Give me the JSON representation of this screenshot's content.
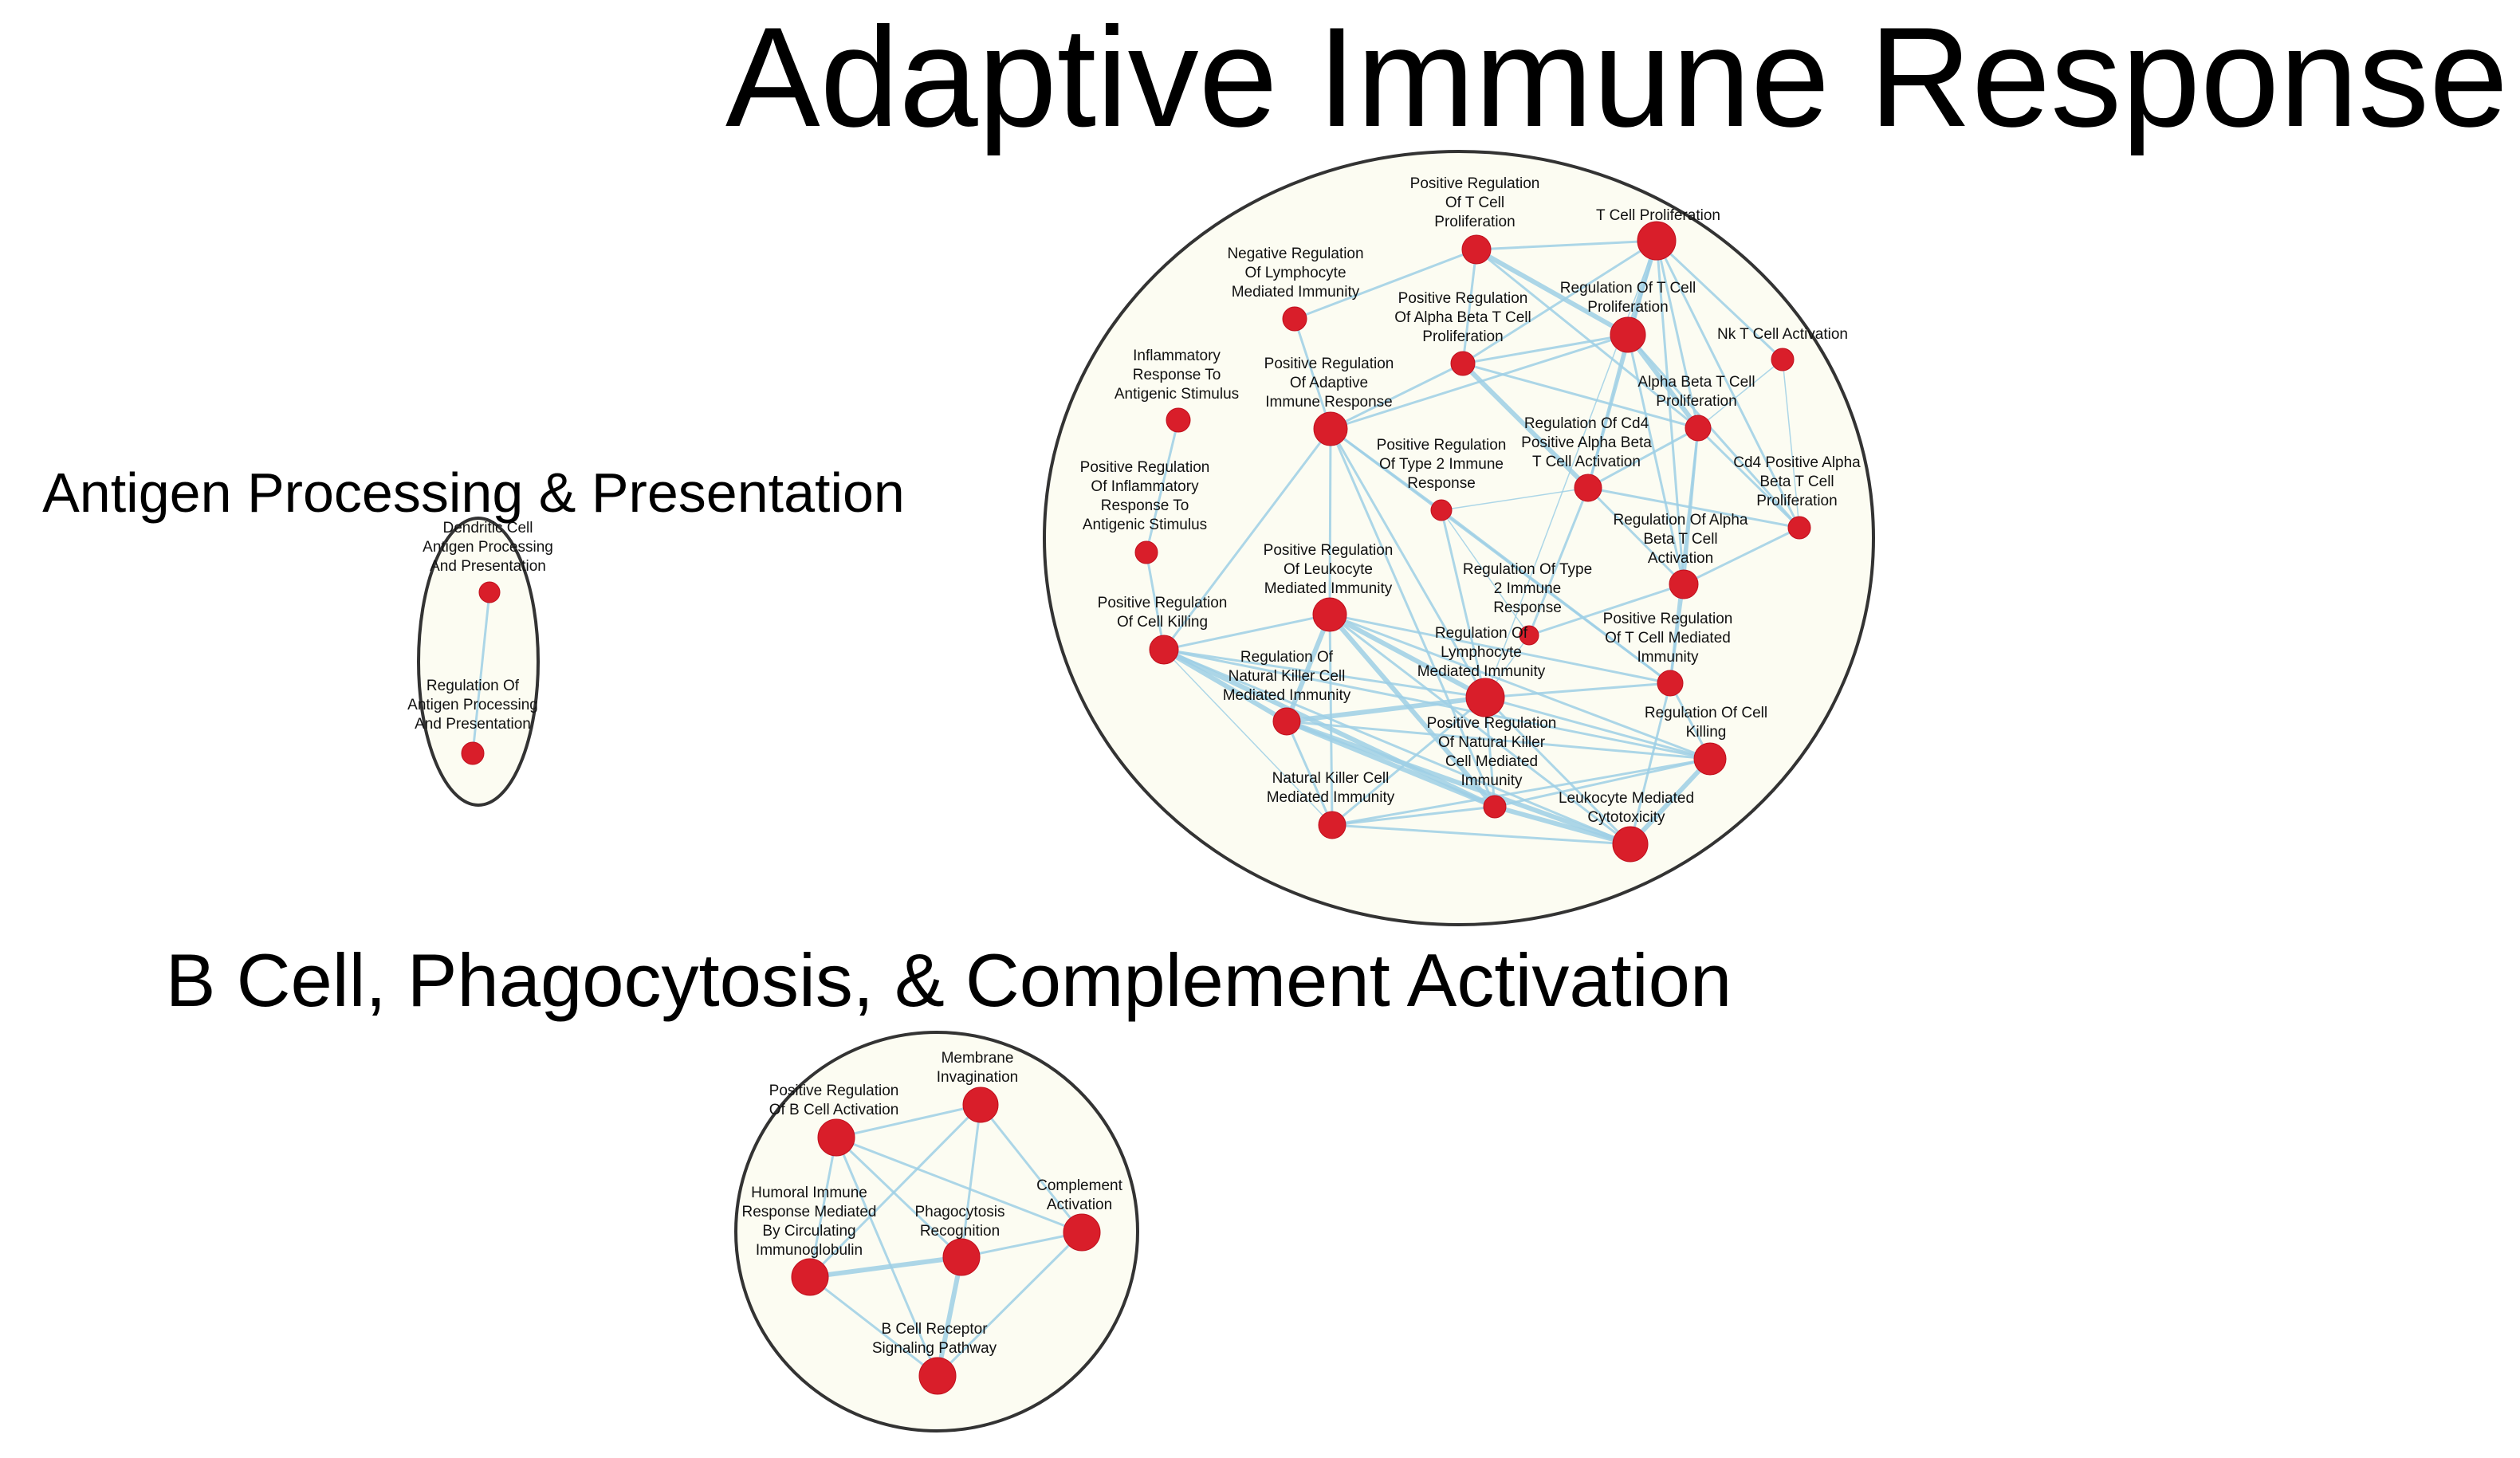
{
  "colors": {
    "node_fill": "#d91e2a",
    "edge": "#9fd0e6",
    "cluster_fill": "#fcfcf2",
    "cluster_outline": "#333333"
  },
  "clusters": [
    {
      "id": "adaptive",
      "title": "Adaptive Immune Response",
      "nodes": [
        {
          "id": "a1",
          "label": [
            "Positive Regulation",
            "Of T Cell",
            "Proliferation"
          ]
        },
        {
          "id": "a2",
          "label": [
            "T Cell Proliferation"
          ]
        },
        {
          "id": "a3",
          "label": [
            "Negative Regulation",
            "Of Lymphocyte",
            "Mediated Immunity"
          ]
        },
        {
          "id": "a4",
          "label": [
            "Positive Regulation",
            "Of Alpha Beta T Cell",
            "Proliferation"
          ]
        },
        {
          "id": "a5",
          "label": [
            "Regulation Of T Cell",
            "Proliferation"
          ]
        },
        {
          "id": "a6",
          "label": [
            "Nk T Cell Activation"
          ]
        },
        {
          "id": "a7",
          "label": [
            "Inflammatory",
            "Response To",
            "Antigenic Stimulus"
          ]
        },
        {
          "id": "a8",
          "label": [
            "Positive Regulation",
            "Of Adaptive",
            "Immune Response"
          ]
        },
        {
          "id": "a9",
          "label": [
            "Alpha Beta T Cell",
            "Proliferation"
          ]
        },
        {
          "id": "a10",
          "label": [
            "Regulation Of Cd4",
            "Positive Alpha Beta",
            "T Cell Activation"
          ]
        },
        {
          "id": "a11",
          "label": [
            "Positive Regulation",
            "Of Type 2 Immune",
            "Response"
          ]
        },
        {
          "id": "a12",
          "label": [
            "Cd4 Positive Alpha",
            "Beta T Cell",
            "Proliferation"
          ]
        },
        {
          "id": "a13",
          "label": [
            "Positive Regulation",
            "Of Inflammatory",
            "Response To",
            "Antigenic Stimulus"
          ]
        },
        {
          "id": "a14",
          "label": [
            "Regulation Of Alpha",
            "Beta T Cell",
            "Activation"
          ]
        },
        {
          "id": "a15",
          "label": [
            "Positive Regulation",
            "Of Leukocyte",
            "Mediated Immunity"
          ]
        },
        {
          "id": "a16",
          "label": [
            "Regulation Of Type",
            "2 Immune",
            "Response"
          ]
        },
        {
          "id": "a17",
          "label": [
            "Positive Regulation",
            "Of Cell Killing"
          ]
        },
        {
          "id": "a18",
          "label": [
            "Positive Regulation",
            "Of T Cell Mediated",
            "Immunity"
          ]
        },
        {
          "id": "a19",
          "label": [
            "Regulation Of",
            "Lymphocyte",
            "Mediated Immunity"
          ]
        },
        {
          "id": "a20",
          "label": [
            "Regulation Of",
            "Natural Killer Cell",
            "Mediated Immunity"
          ]
        },
        {
          "id": "a21",
          "label": [
            "Regulation Of Cell",
            "Killing"
          ]
        },
        {
          "id": "a22",
          "label": [
            "Positive Regulation",
            "Of Natural Killer",
            "Cell Mediated",
            "Immunity"
          ]
        },
        {
          "id": "a23",
          "label": [
            "Natural Killer Cell",
            "Mediated Immunity"
          ]
        },
        {
          "id": "a24",
          "label": [
            "Leukocyte Mediated",
            "Cytotoxicity"
          ]
        }
      ]
    },
    {
      "id": "antigen",
      "title": "Antigen Processing & Presentation",
      "nodes": [
        {
          "id": "p1",
          "label": [
            "Dendritic Cell",
            "Antigen Processing",
            "And Presentation"
          ]
        },
        {
          "id": "p2",
          "label": [
            "Regulation Of",
            "Antigen Processing",
            "And Presentation"
          ]
        }
      ]
    },
    {
      "id": "bcell",
      "title": "B Cell, Phagocytosis, & Complement Activation",
      "nodes": [
        {
          "id": "b1",
          "label": [
            "Membrane",
            "Invagination"
          ]
        },
        {
          "id": "b2",
          "label": [
            "Positive Regulation",
            "Of B Cell Activation"
          ]
        },
        {
          "id": "b3",
          "label": [
            "Complement",
            "Activation"
          ]
        },
        {
          "id": "b4",
          "label": [
            "Humoral Immune",
            "Response Mediated",
            "By Circulating",
            "Immunoglobulin"
          ]
        },
        {
          "id": "b5",
          "label": [
            "Phagocytosis",
            "Recognition"
          ]
        },
        {
          "id": "b6",
          "label": [
            "B Cell Receptor",
            "Signaling Pathway"
          ]
        }
      ]
    }
  ],
  "edges": [
    [
      "a1",
      "a2"
    ],
    [
      "a1",
      "a5"
    ],
    [
      "a1",
      "a4"
    ],
    [
      "a1",
      "a9"
    ],
    [
      "a1",
      "a3"
    ],
    [
      "a2",
      "a5"
    ],
    [
      "a2",
      "a9"
    ],
    [
      "a2",
      "a4"
    ],
    [
      "a2",
      "a10"
    ],
    [
      "a2",
      "a12"
    ],
    [
      "a2",
      "a14"
    ],
    [
      "a2",
      "a6"
    ],
    [
      "a2",
      "a19"
    ],
    [
      "a3",
      "a8"
    ],
    [
      "a4",
      "a5"
    ],
    [
      "a4",
      "a9"
    ],
    [
      "a4",
      "a10"
    ],
    [
      "a4",
      "a8"
    ],
    [
      "a5",
      "a9"
    ],
    [
      "a5",
      "a10"
    ],
    [
      "a5",
      "a12"
    ],
    [
      "a5",
      "a14"
    ],
    [
      "a5",
      "a8"
    ],
    [
      "a6",
      "a9"
    ],
    [
      "a6",
      "a12"
    ],
    [
      "a7",
      "a13"
    ],
    [
      "a8",
      "a15"
    ],
    [
      "a8",
      "a19"
    ],
    [
      "a8",
      "a22"
    ],
    [
      "a8",
      "a11"
    ],
    [
      "a8",
      "a17"
    ],
    [
      "a8",
      "a18"
    ],
    [
      "a9",
      "a10"
    ],
    [
      "a9",
      "a12"
    ],
    [
      "a9",
      "a14"
    ],
    [
      "a9",
      "a18"
    ],
    [
      "a10",
      "a12"
    ],
    [
      "a10",
      "a14"
    ],
    [
      "a10",
      "a11"
    ],
    [
      "a10",
      "a16"
    ],
    [
      "a11",
      "a16"
    ],
    [
      "a11",
      "a19"
    ],
    [
      "a11",
      "a18"
    ],
    [
      "a13",
      "a17"
    ],
    [
      "a14",
      "a16"
    ],
    [
      "a14",
      "a18"
    ],
    [
      "a14",
      "a12"
    ],
    [
      "a15",
      "a17"
    ],
    [
      "a15",
      "a19"
    ],
    [
      "a15",
      "a20"
    ],
    [
      "a15",
      "a21"
    ],
    [
      "a15",
      "a22"
    ],
    [
      "a15",
      "a23"
    ],
    [
      "a15",
      "a24"
    ],
    [
      "a15",
      "a18"
    ],
    [
      "a16",
      "a19"
    ],
    [
      "a17",
      "a19"
    ],
    [
      "a17",
      "a20"
    ],
    [
      "a17",
      "a21"
    ],
    [
      "a17",
      "a22"
    ],
    [
      "a17",
      "a24"
    ],
    [
      "a17",
      "a23"
    ],
    [
      "a18",
      "a19"
    ],
    [
      "a18",
      "a21"
    ],
    [
      "a18",
      "a24"
    ],
    [
      "a19",
      "a20"
    ],
    [
      "a19",
      "a21"
    ],
    [
      "a19",
      "a22"
    ],
    [
      "a19",
      "a24"
    ],
    [
      "a19",
      "a23"
    ],
    [
      "a20",
      "a21"
    ],
    [
      "a20",
      "a22"
    ],
    [
      "a20",
      "a23"
    ],
    [
      "a20",
      "a24"
    ],
    [
      "a21",
      "a22"
    ],
    [
      "a21",
      "a23"
    ],
    [
      "a21",
      "a24"
    ],
    [
      "a22",
      "a23"
    ],
    [
      "a22",
      "a24"
    ],
    [
      "a23",
      "a24"
    ],
    [
      "p1",
      "p2"
    ],
    [
      "b1",
      "b2"
    ],
    [
      "b1",
      "b5"
    ],
    [
      "b1",
      "b3"
    ],
    [
      "b1",
      "b4"
    ],
    [
      "b2",
      "b4"
    ],
    [
      "b2",
      "b5"
    ],
    [
      "b2",
      "b3"
    ],
    [
      "b2",
      "b6"
    ],
    [
      "b3",
      "b5"
    ],
    [
      "b3",
      "b6"
    ],
    [
      "b4",
      "b5"
    ],
    [
      "b4",
      "b6"
    ],
    [
      "b5",
      "b6"
    ]
  ]
}
